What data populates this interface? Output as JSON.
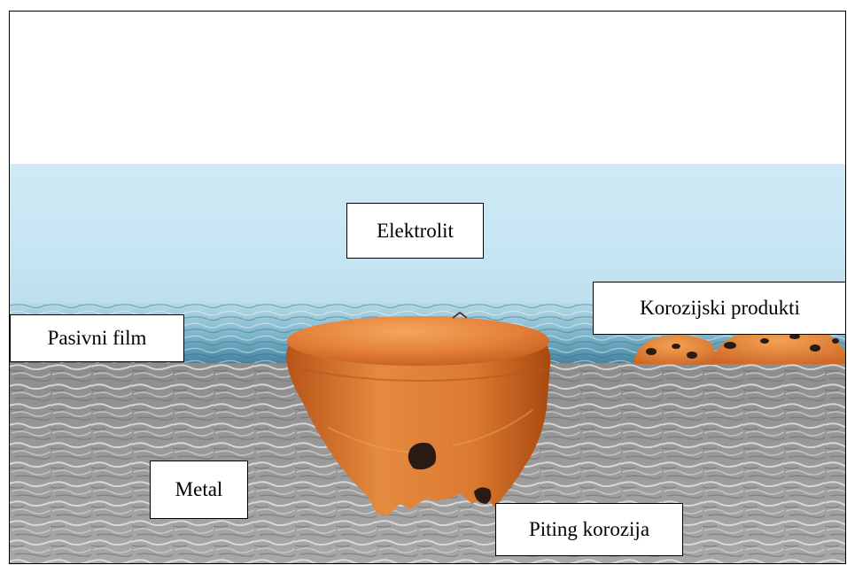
{
  "labels": {
    "elektrolit": "Elektrolit",
    "korozijski_produkti": "Korozijski produkti",
    "pasivni_film": "Pasivni film",
    "metal": "Metal",
    "piting_korozija": "Piting korozija"
  },
  "colors": {
    "electrolyte": "#cbe9f5",
    "passive_film": "#4f8ea8",
    "metal": "#9a9a9a",
    "corrosion_product": "#e07a2e",
    "pit_dark": "#2a1a14"
  }
}
